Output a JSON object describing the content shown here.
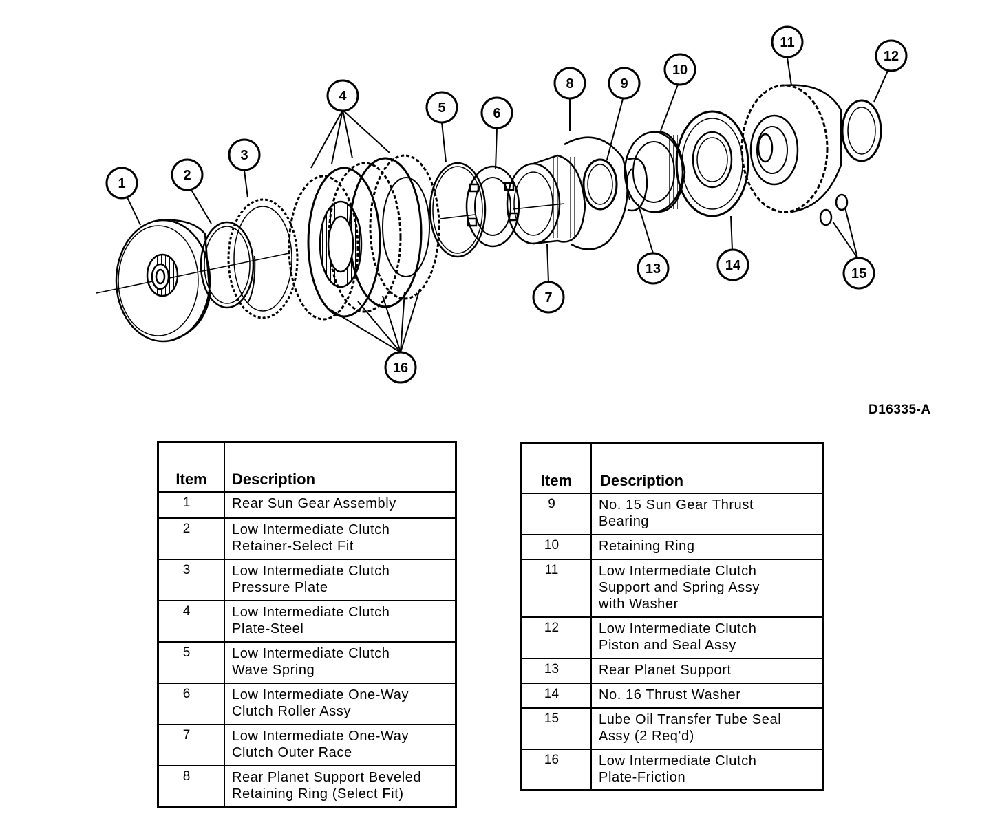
{
  "figure_id": "D16335-A",
  "callouts": [
    "1",
    "2",
    "3",
    "4",
    "5",
    "6",
    "7",
    "8",
    "9",
    "10",
    "11",
    "12",
    "13",
    "14",
    "15",
    "16"
  ],
  "legend_header": {
    "item": "Item",
    "description": "Description"
  },
  "legend_left": [
    {
      "item": "1",
      "line1": "Rear Sun Gear Assembly",
      "line2": "",
      "line3": ""
    },
    {
      "item": "2",
      "line1": "Low Intermediate Clutch",
      "line2": "Retainer-Select Fit",
      "line3": ""
    },
    {
      "item": "3",
      "line1": "Low Intermediate Clutch",
      "line2": "Pressure Plate",
      "line3": ""
    },
    {
      "item": "4",
      "line1": "Low Intermediate Clutch",
      "line2": "Plate-Steel",
      "line3": ""
    },
    {
      "item": "5",
      "line1": "Low Intermediate Clutch",
      "line2": "Wave Spring",
      "line3": ""
    },
    {
      "item": "6",
      "line1": "Low Intermediate One-Way",
      "line2": "Clutch Roller Assy",
      "line3": ""
    },
    {
      "item": "7",
      "line1": "Low Intermediate One-Way",
      "line2": "Clutch Outer Race",
      "line3": ""
    },
    {
      "item": "8",
      "line1": "Rear Planet Support Beveled",
      "line2": "Retaining Ring (Select Fit)",
      "line3": ""
    }
  ],
  "legend_right": [
    {
      "item": "9",
      "line1": "No. 15 Sun Gear Thrust",
      "line2": "Bearing",
      "line3": ""
    },
    {
      "item": "10",
      "line1": "Retaining Ring",
      "line2": "",
      "line3": ""
    },
    {
      "item": "11",
      "line1": "Low Intermediate Clutch",
      "line2": "Support and Spring Assy",
      "line3": "with Washer"
    },
    {
      "item": "12",
      "line1": "Low Intermediate Clutch",
      "line2": "Piston and Seal Assy",
      "line3": ""
    },
    {
      "item": "13",
      "line1": "Rear Planet Support",
      "line2": "",
      "line3": ""
    },
    {
      "item": "14",
      "line1": "No. 16 Thrust Washer",
      "line2": "",
      "line3": ""
    },
    {
      "item": "15",
      "line1": "Lube Oil Transfer Tube Seal",
      "line2": "Assy (2 Req'd)",
      "line3": ""
    },
    {
      "item": "16",
      "line1": "Low Intermediate Clutch",
      "line2": "Plate-Friction",
      "line3": ""
    }
  ]
}
